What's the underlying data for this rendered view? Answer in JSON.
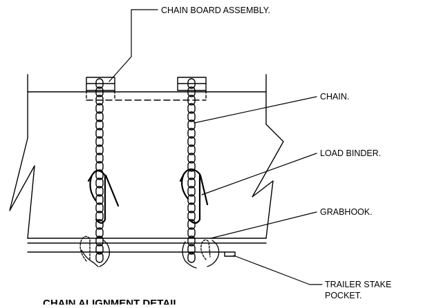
{
  "diagram": {
    "title": "CHAIN ALIGNMENT DETAIL",
    "labels": {
      "chain_board_assembly": "CHAIN BOARD ASSEMBLY.",
      "chain": "CHAIN.",
      "load_binder": "LOAD BINDER.",
      "grabhook": "GRABHOOK.",
      "trailer_stake_pocket_line1": "TRAILER STAKE",
      "trailer_stake_pocket_line2": "POCKET."
    },
    "colors": {
      "ink": "#000000",
      "background": "#ffffff"
    }
  }
}
